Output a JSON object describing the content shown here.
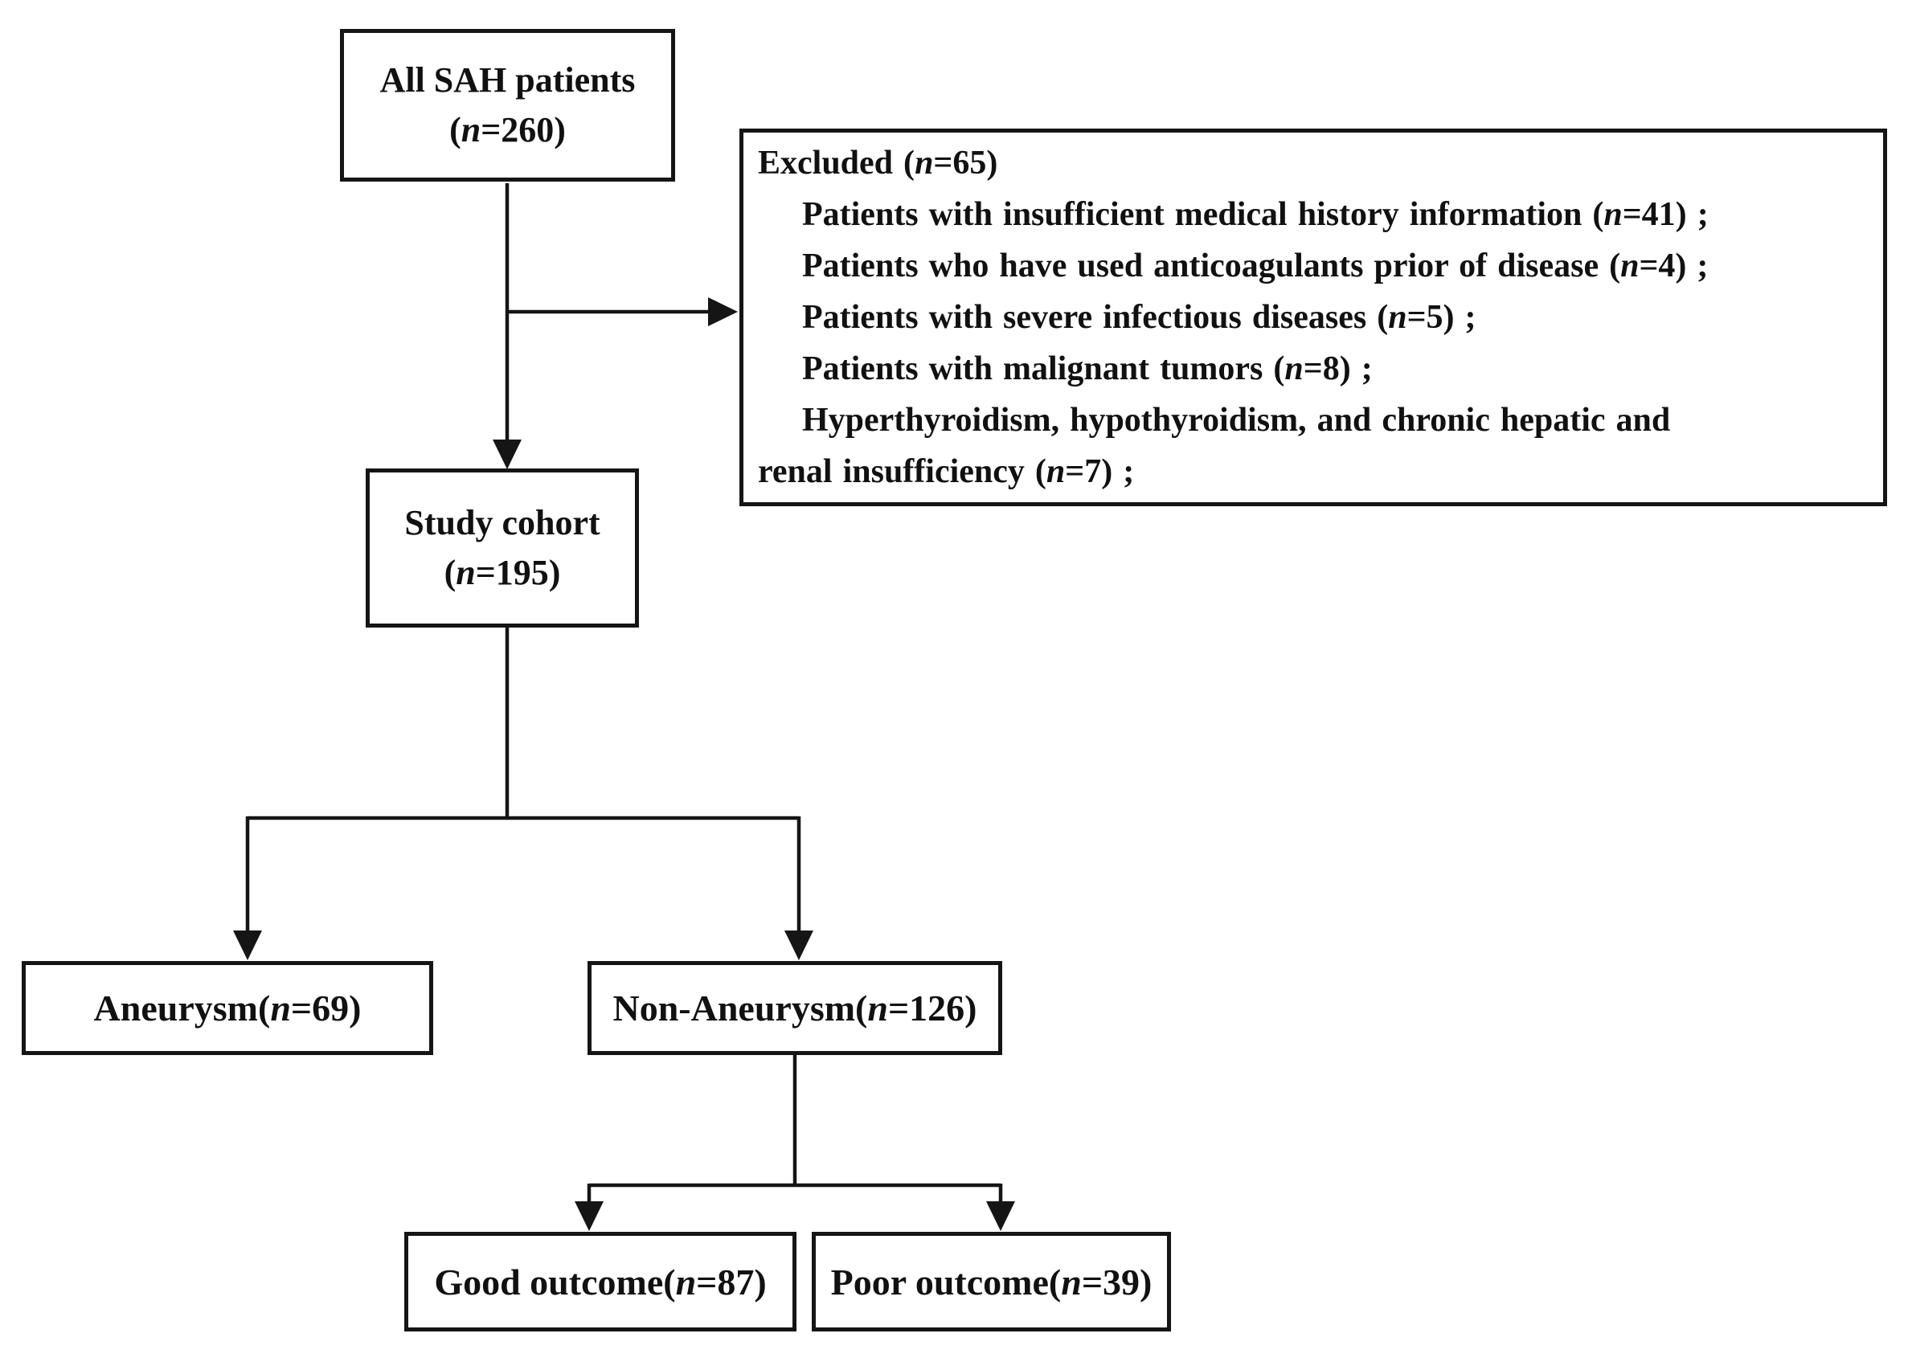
{
  "diagram": {
    "n_symbol": "n",
    "colors": {
      "ink": "#111111",
      "background": "#ffffff",
      "border": "#151515"
    },
    "nodes": {
      "all_sah": {
        "line1": "All SAH patients",
        "line2_pre": "(",
        "line2_post": "=260)"
      },
      "study_cohort": {
        "line1": "Study cohort",
        "line2_pre": "(",
        "line2_post": "=195)"
      },
      "aneurysm": {
        "pre": "Aneurysm(",
        "post": "=69)"
      },
      "non_aneurysm": {
        "pre": "Non-Aneurysm(",
        "post": "=126)"
      },
      "good_outcome": {
        "pre": "Good outcome(",
        "post": "=87)"
      },
      "poor_outcome": {
        "pre": "Poor outcome(",
        "post": "=39)"
      }
    },
    "excluded": {
      "title_pre": "Excluded (",
      "title_post": "=65)",
      "items": [
        {
          "pre": "Patients with insufficient medical history information (",
          "post": "=41) ;"
        },
        {
          "pre": "Patients who have used anticoagulants prior of disease (",
          "post": "=4) ;"
        },
        {
          "pre": "Patients with severe infectious diseases (",
          "post": "=5) ;"
        },
        {
          "pre": "Patients with malignant tumors (",
          "post": "=8) ;"
        },
        {
          "line1": "Hyperthyroidism, hypothyroidism, and chronic hepatic and",
          "line2_pre": "renal insufficiency (",
          "post": "=7) ;"
        }
      ]
    }
  }
}
